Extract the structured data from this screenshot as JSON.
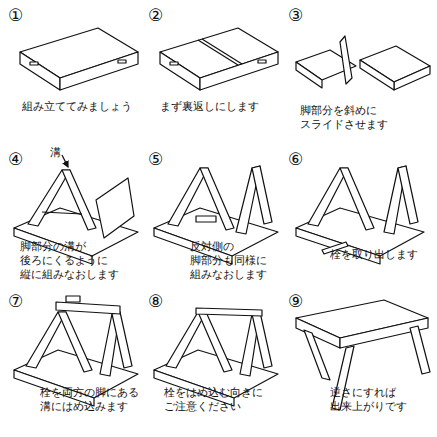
{
  "diagram": {
    "labels": [
      "①",
      "組み立ててみましょう",
      "②",
      "まず裏返しにします",
      "③",
      "脚部分を斜めに スライドさせます",
      "④",
      "溝",
      "脚部分の溝が 後ろにくるように 縦に組みなおします",
      "⑤",
      "反対側の 脚部分も同様に 組みなおします",
      "⑥",
      "栓を取り出します",
      "⑦",
      "栓を両方の脚にある 溝にはめ込みます",
      "⑧",
      "栓をはめ込む向きに ご注意ください",
      "⑨",
      "逆さにすれば 出来上がりです"
    ]
  }
}
